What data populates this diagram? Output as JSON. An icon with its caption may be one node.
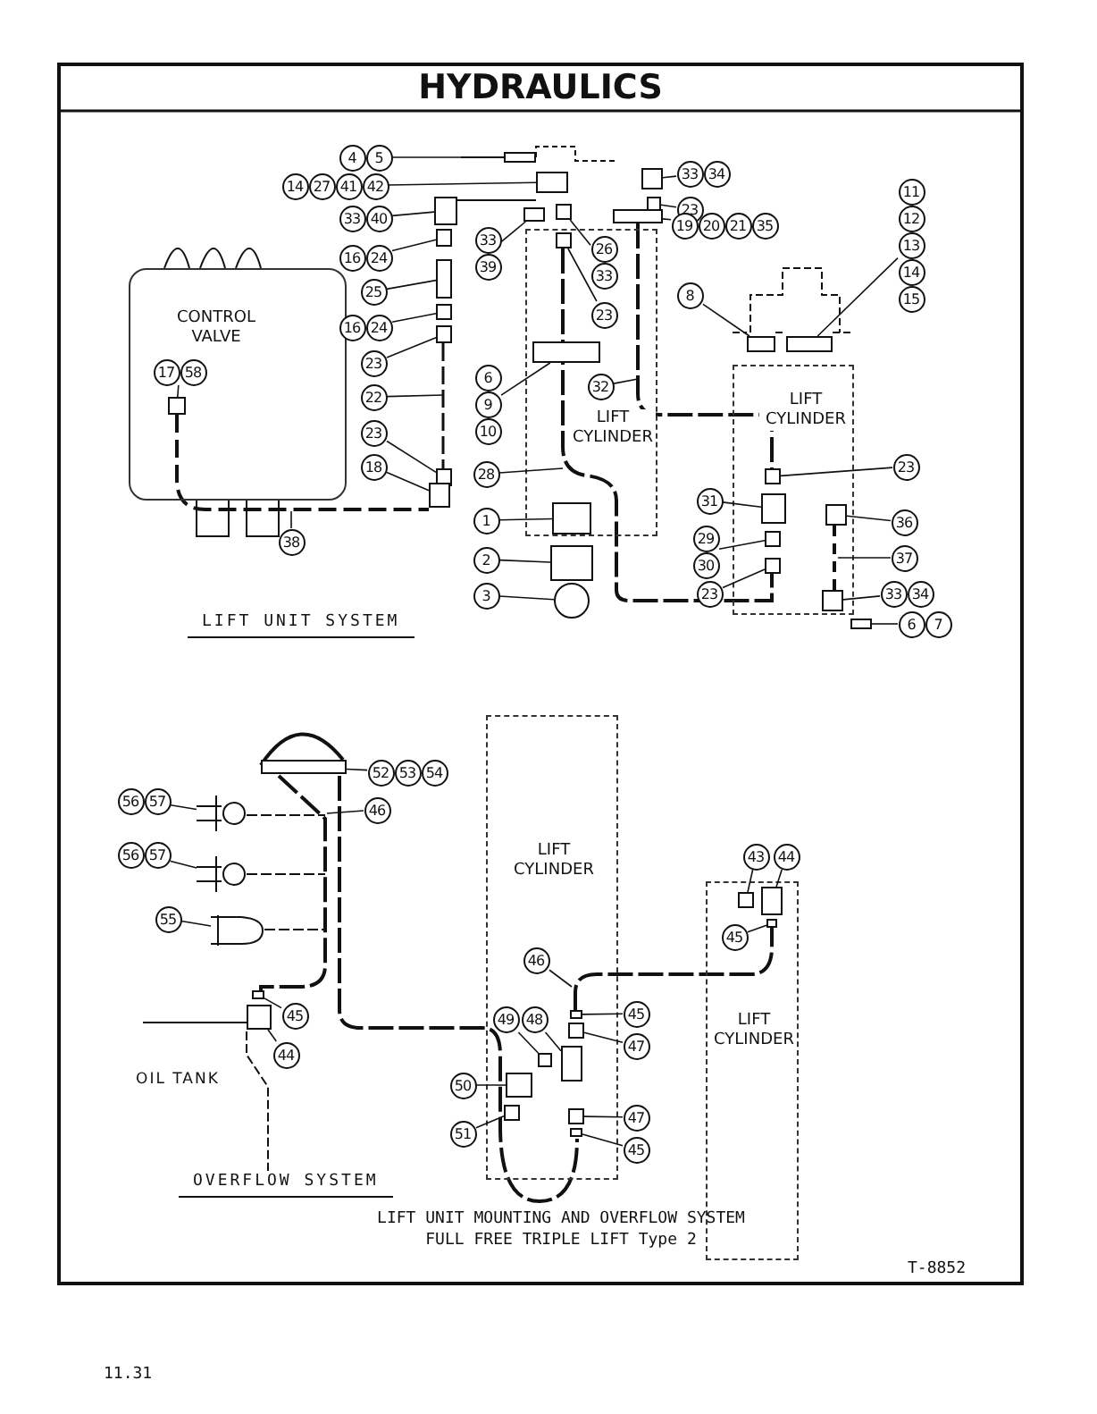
{
  "diagram": {
    "title": "HYDRAULICS",
    "caption": "LIFT UNIT MOUNTING AND OVERFLOW SYSTEM FULL FREE TRIPLE LIFT Type 2",
    "nodes": [
      {
        "text": [
          "CONTROL VALVE"
        ]
      },
      {
        "text": [
          "LIFT CYLINDER"
        ]
      },
      {
        "text": [
          "LIFT CYLINDER"
        ]
      },
      {
        "text": [
          "LIFT CYLINDER"
        ]
      },
      {
        "text": [
          "LIFT CYLINDER"
        ]
      },
      {
        "text": [
          "4",
          "5"
        ]
      },
      {
        "text": [
          "14",
          "27",
          "41",
          "42"
        ]
      },
      {
        "text": [
          "33",
          "40"
        ]
      },
      {
        "text": [
          "16",
          "24"
        ]
      },
      {
        "text": [
          "25"
        ]
      },
      {
        "text": [
          "16",
          "24"
        ]
      },
      {
        "text": [
          "23"
        ]
      },
      {
        "text": [
          "22"
        ]
      },
      {
        "text": [
          "23"
        ]
      },
      {
        "text": [
          "18"
        ]
      },
      {
        "text": [
          "38"
        ]
      },
      {
        "text": [
          "17",
          "58"
        ],
        "in": 0
      },
      {
        "text": [
          "33",
          "39"
        ]
      },
      {
        "text": [
          "26",
          "33"
        ],
        "in": 1
      },
      {
        "text": [
          "23"
        ],
        "in": 1
      },
      {
        "text": [
          "6",
          "9",
          "10"
        ]
      },
      {
        "text": [
          "28"
        ]
      },
      {
        "text": [
          "1"
        ]
      },
      {
        "text": [
          "2"
        ]
      },
      {
        "text": [
          "3"
        ]
      },
      {
        "text": [
          "32"
        ],
        "in": 1
      },
      {
        "text": [
          "33",
          "34"
        ]
      },
      {
        "text": [
          "23"
        ]
      },
      {
        "text": [
          "19",
          "20",
          "21",
          "35"
        ]
      },
      {
        "text": [
          "11",
          "12",
          "13",
          "14",
          "15"
        ]
      },
      {
        "text": [
          "8"
        ]
      },
      {
        "text": [
          "23"
        ]
      },
      {
        "text": [
          "31"
        ]
      },
      {
        "text": [
          "36"
        ]
      },
      {
        "text": [
          "29",
          "30"
        ]
      },
      {
        "text": [
          "37"
        ]
      },
      {
        "text": [
          "23"
        ]
      },
      {
        "text": [
          "33",
          "34"
        ]
      },
      {
        "text": [
          "6",
          "7"
        ]
      },
      {
        "text": [
          "52",
          "53",
          "54"
        ]
      },
      {
        "text": [
          "46"
        ]
      },
      {
        "text": [
          "56",
          "57"
        ]
      },
      {
        "text": [
          "56",
          "57"
        ]
      },
      {
        "text": [
          "55"
        ]
      },
      {
        "text": [
          "45"
        ]
      },
      {
        "text": [
          "44"
        ]
      },
      {
        "text": [
          "43"
        ]
      },
      {
        "text": [
          "44"
        ]
      },
      {
        "text": [
          "45"
        ],
        "in": 4
      },
      {
        "text": [
          "46"
        ],
        "in": 3
      },
      {
        "text": [
          "49"
        ],
        "in": 3
      },
      {
        "text": [
          "48"
        ],
        "in": 3
      },
      {
        "text": [
          "45"
        ]
      },
      {
        "text": [
          "47"
        ]
      },
      {
        "text": [
          "50"
        ]
      },
      {
        "text": [
          "51"
        ]
      },
      {
        "text": [
          "47"
        ]
      },
      {
        "text": [
          "45"
        ]
      },
      {
        "text": [],
        "shape": "box"
      },
      {
        "text": [],
        "shape": "box"
      },
      {
        "text": [],
        "shape": "box"
      },
      {
        "text": [],
        "shape": "box"
      },
      {
        "text": [],
        "shape": "box"
      },
      {
        "text": [],
        "shape": "box"
      },
      {
        "text": [],
        "shape": "box"
      },
      {
        "text": [],
        "shape": "box"
      },
      {
        "text": [],
        "shape": "box"
      },
      {
        "text": [],
        "shape": "box",
        "in": 0
      },
      {
        "text": [],
        "shape": "box"
      },
      {
        "text": [],
        "shape": "box"
      },
      {
        "text": [],
        "shape": "box",
        "in": 1
      },
      {
        "text": [],
        "shape": "box",
        "in": 1
      },
      {
        "text": [],
        "shape": "box",
        "in": 1
      },
      {
        "text": [],
        "shape": "box"
      },
      {
        "text": [],
        "shape": "circle"
      },
      {
        "text": [],
        "shape": "box"
      },
      {
        "text": [],
        "shape": "box"
      },
      {
        "text": [],
        "shape": "box"
      },
      {
        "text": [],
        "shape": "box"
      },
      {
        "text": [],
        "shape": "box"
      },
      {
        "text": [],
        "shape": "box",
        "in": 2
      },
      {
        "text": [],
        "shape": "box",
        "in": 2
      },
      {
        "text": [],
        "shape": "box",
        "in": 2
      },
      {
        "text": [],
        "shape": "box",
        "in": 2
      },
      {
        "text": [],
        "shape": "box",
        "in": 2
      },
      {
        "text": [],
        "shape": "box",
        "in": 2
      },
      {
        "text": [],
        "shape": "box"
      },
      {
        "text": [],
        "shape": "box"
      },
      {
        "text": [],
        "shape": "picture"
      },
      {
        "text": [],
        "shape": "picture"
      },
      {
        "text": [],
        "shape": "picture"
      },
      {
        "text": [],
        "shape": "box"
      },
      {
        "text": [],
        "shape": "box"
      },
      {
        "text": [],
        "shape": "box",
        "in": 4
      },
      {
        "text": [],
        "shape": "box",
        "in": 4
      },
      {
        "text": [],
        "shape": "box",
        "in": 4
      },
      {
        "text": [],
        "shape": "box",
        "in": 3
      },
      {
        "text": [],
        "shape": "box",
        "in": 3
      },
      {
        "text": [],
        "shape": "box",
        "in": 3
      },
      {
        "text": [],
        "shape": "box",
        "in": 3
      },
      {
        "text": [],
        "shape": "box",
        "in": 3
      },
      {
        "text": [],
        "shape": "box",
        "in": 3
      },
      {
        "text": [],
        "shape": "box",
        "in": 3
      },
      {
        "text": [],
        "shape": "box",
        "in": 3
      },
      {
        "text": [],
        "shape": "bar",
        "in": 2
      }
    ],
    "edges": [
      {
        "from": 5,
        "to": 58,
        "arrow": "none"
      },
      {
        "from": 6,
        "to": 59,
        "arrow": "none"
      },
      {
        "from": 7,
        "to": 60,
        "arrow": "none"
      },
      {
        "from": 8,
        "to": 61,
        "arrow": "none"
      },
      {
        "from": 9,
        "to": 62,
        "arrow": "none"
      },
      {
        "from": 10,
        "to": 63,
        "arrow": "none"
      },
      {
        "from": 11,
        "to": 64,
        "arrow": "none"
      },
      {
        "from": 12,
        "to": null,
        "arrow": "none"
      },
      {
        "from": 13,
        "to": 65,
        "arrow": "none"
      },
      {
        "from": 14,
        "to": 66,
        "arrow": "none"
      },
      {
        "from": 15,
        "to": null,
        "arrow": "none"
      },
      {
        "from": 16,
        "to": 67,
        "arrow": "none"
      },
      {
        "from": 17,
        "to": 68,
        "arrow": "none"
      },
      {
        "from": 18,
        "to": 69,
        "arrow": "none"
      },
      {
        "from": 19,
        "to": 70,
        "arrow": "none"
      },
      {
        "from": 20,
        "to": 71,
        "arrow": "none"
      },
      {
        "from": 21,
        "to": null,
        "arrow": "none"
      },
      {
        "from": 22,
        "to": 72,
        "arrow": "none"
      },
      {
        "from": 23,
        "to": 73,
        "arrow": "none"
      },
      {
        "from": 24,
        "to": 74,
        "arrow": "none"
      },
      {
        "from": 25,
        "to": null,
        "arrow": "none"
      },
      {
        "from": 26,
        "to": 75,
        "arrow": "none"
      },
      {
        "from": 27,
        "to": 76,
        "arrow": "none"
      },
      {
        "from": 28,
        "to": 77,
        "arrow": "none"
      },
      {
        "from": 29,
        "to": 78,
        "arrow": "none"
      },
      {
        "from": 30,
        "to": 79,
        "arrow": "none"
      },
      {
        "from": 31,
        "to": 80,
        "arrow": "none"
      },
      {
        "from": 32,
        "to": 81,
        "arrow": "none"
      },
      {
        "from": 33,
        "to": 82,
        "arrow": "none"
      },
      {
        "from": 34,
        "to": 83,
        "arrow": "none"
      },
      {
        "from": 35,
        "to": 104,
        "arrow": "none"
      },
      {
        "from": 36,
        "to": 84,
        "arrow": "none"
      },
      {
        "from": 37,
        "to": 85,
        "arrow": "none"
      },
      {
        "from": 38,
        "to": 86,
        "arrow": "none"
      },
      {
        "from": 39,
        "to": 87,
        "arrow": "none"
      },
      {
        "from": 40,
        "to": null,
        "arrow": "none"
      },
      {
        "from": 41,
        "to": 88,
        "arrow": "none"
      },
      {
        "from": 42,
        "to": 89,
        "arrow": "none"
      },
      {
        "from": 43,
        "to": 90,
        "arrow": "none"
      },
      {
        "from": 44,
        "to": 91,
        "arrow": "none"
      },
      {
        "from": 45,
        "to": 92,
        "arrow": "none"
      },
      {
        "from": 46,
        "to": 93,
        "arrow": "none"
      },
      {
        "from": 47,
        "to": 94,
        "arrow": "none"
      },
      {
        "from": 48,
        "to": 95,
        "arrow": "none"
      },
      {
        "from": 49,
        "to": null,
        "arrow": "none"
      },
      {
        "from": 50,
        "to": 96,
        "arrow": "none"
      },
      {
        "from": 51,
        "to": 97,
        "arrow": "none"
      },
      {
        "from": 52,
        "to": 98,
        "arrow": "none"
      },
      {
        "from": 53,
        "to": 99,
        "arrow": "none"
      },
      {
        "from": 54,
        "to": 100,
        "arrow": "none"
      },
      {
        "from": 55,
        "to": 101,
        "arrow": "none"
      },
      {
        "from": 56,
        "to": 102,
        "arrow": "none"
      },
      {
        "from": 57,
        "to": 103,
        "arrow": "none"
      }
    ],
    "labels": [
      "LIFT UNIT SYSTEM",
      "OVERFLOW SYSTEM",
      "OIL TANK",
      "T-8852",
      "11.31"
    ]
  }
}
